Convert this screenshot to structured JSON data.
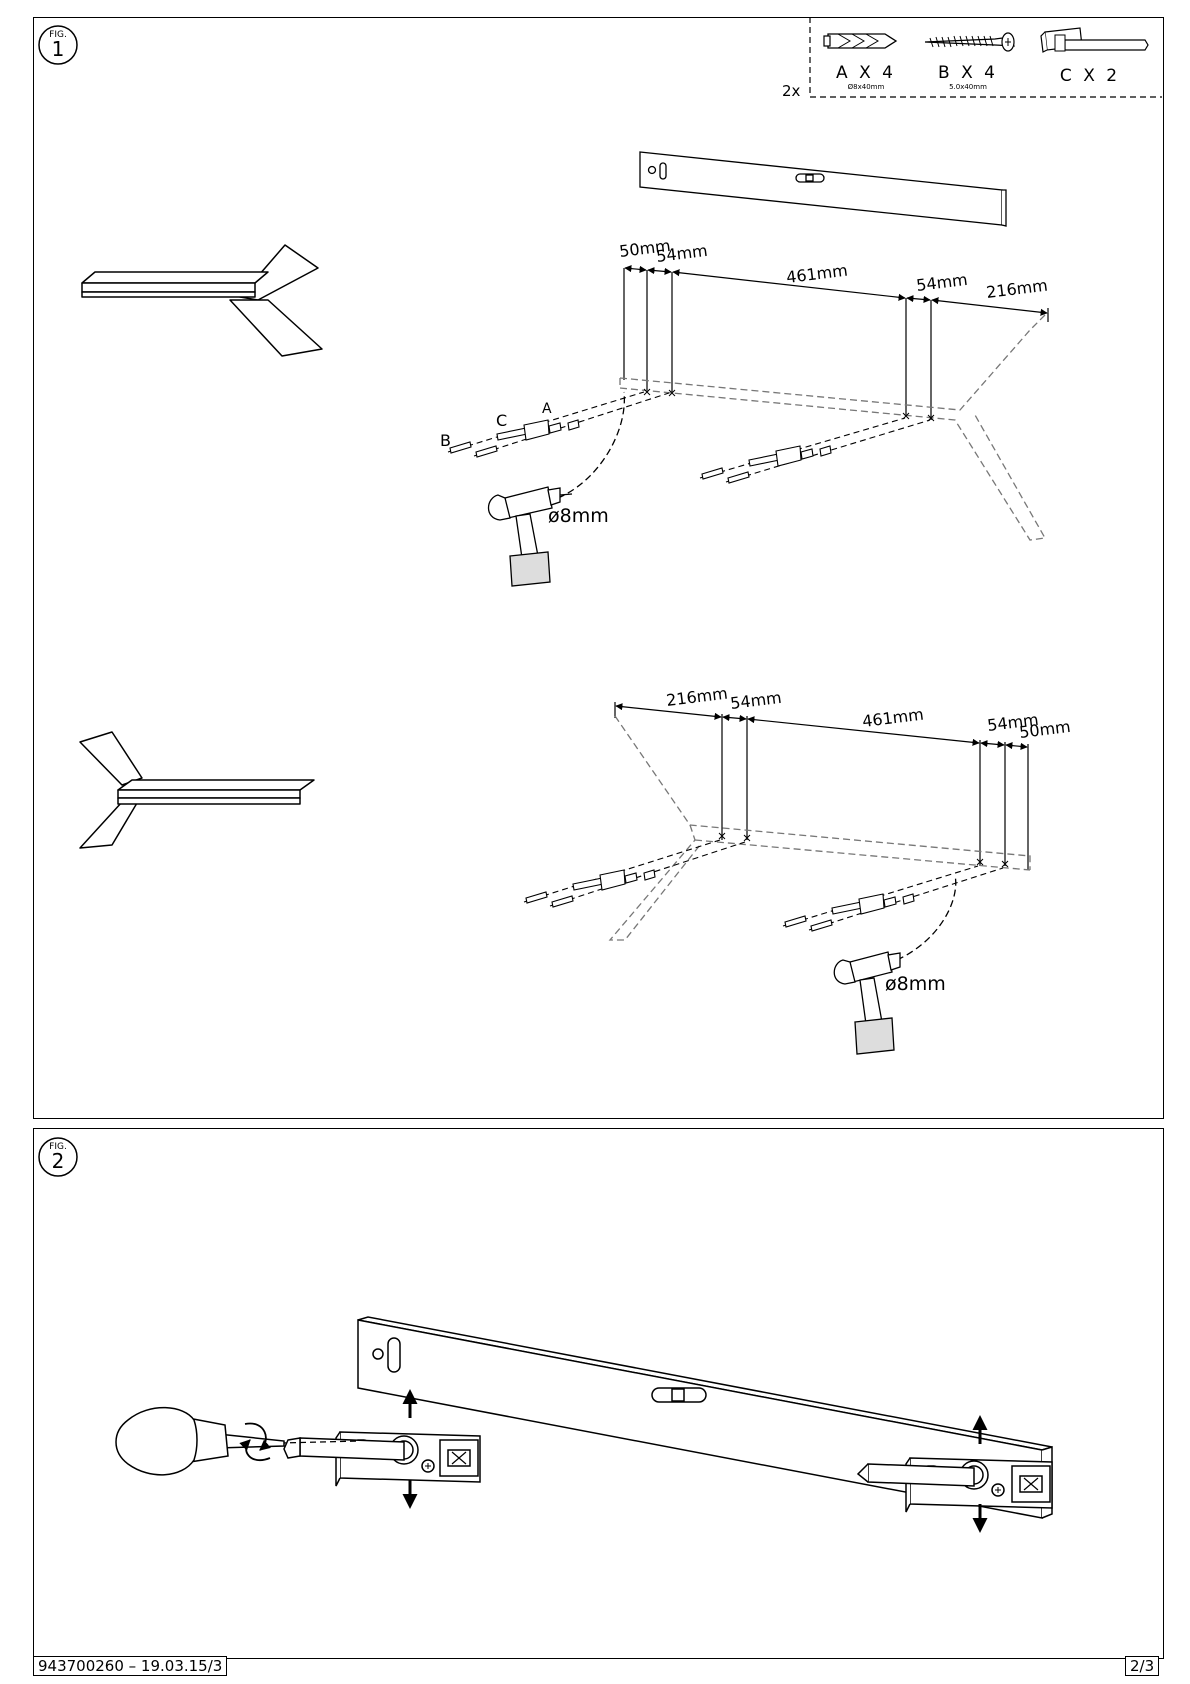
{
  "fig1": {
    "badge_top": "FIG.",
    "badge_num": "1",
    "parts_multiplier": "2x",
    "parts": [
      {
        "qty_label": "A X 4",
        "size": "Ø8x40mm",
        "icon": "wall-plug-icon"
      },
      {
        "qty_label": "B X 4",
        "size": "5.0x40mm",
        "icon": "screw-icon"
      },
      {
        "qty_label": "C X 2",
        "size": "",
        "icon": "bracket-icon"
      }
    ],
    "upper": {
      "dims": [
        "50mm",
        "54mm",
        "461mm",
        "54mm",
        "216mm"
      ],
      "part_letters": [
        "B",
        "C",
        "A"
      ],
      "drill_label": "ø8mm"
    },
    "lower": {
      "dims": [
        "216mm",
        "54mm",
        "461mm",
        "54mm",
        "50mm"
      ],
      "drill_label": "ø8mm"
    }
  },
  "fig2": {
    "badge_top": "FIG.",
    "badge_num": "2"
  },
  "footer": {
    "doc_ref": "943700260 – 19.03.15/3",
    "page": "2/3"
  }
}
